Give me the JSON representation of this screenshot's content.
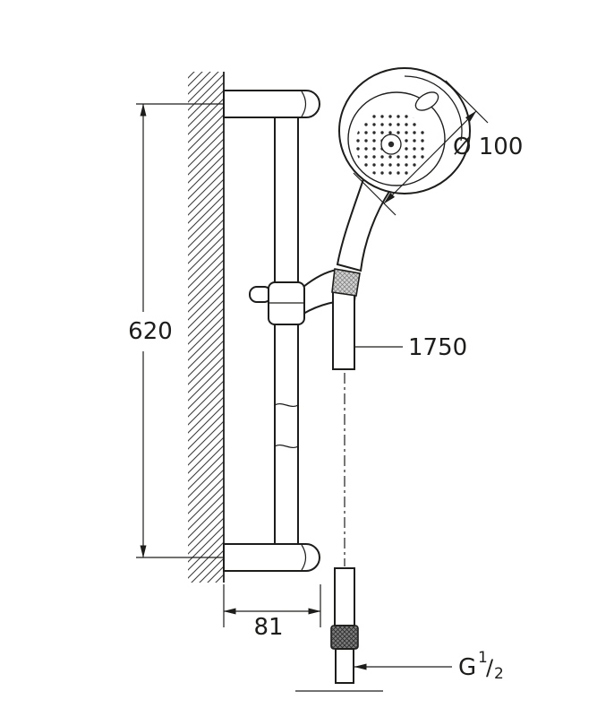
{
  "drawing": {
    "labels": {
      "rail_length": "620",
      "head_diameter": "Ø 100",
      "hose_length": "1750",
      "wall_offset": "81",
      "thread": {
        "prefix": "G",
        "numerator": "1",
        "slash": "/",
        "denominator": "2"
      }
    },
    "colors": {
      "line": "#1d1d1b",
      "background": "#ffffff"
    }
  }
}
